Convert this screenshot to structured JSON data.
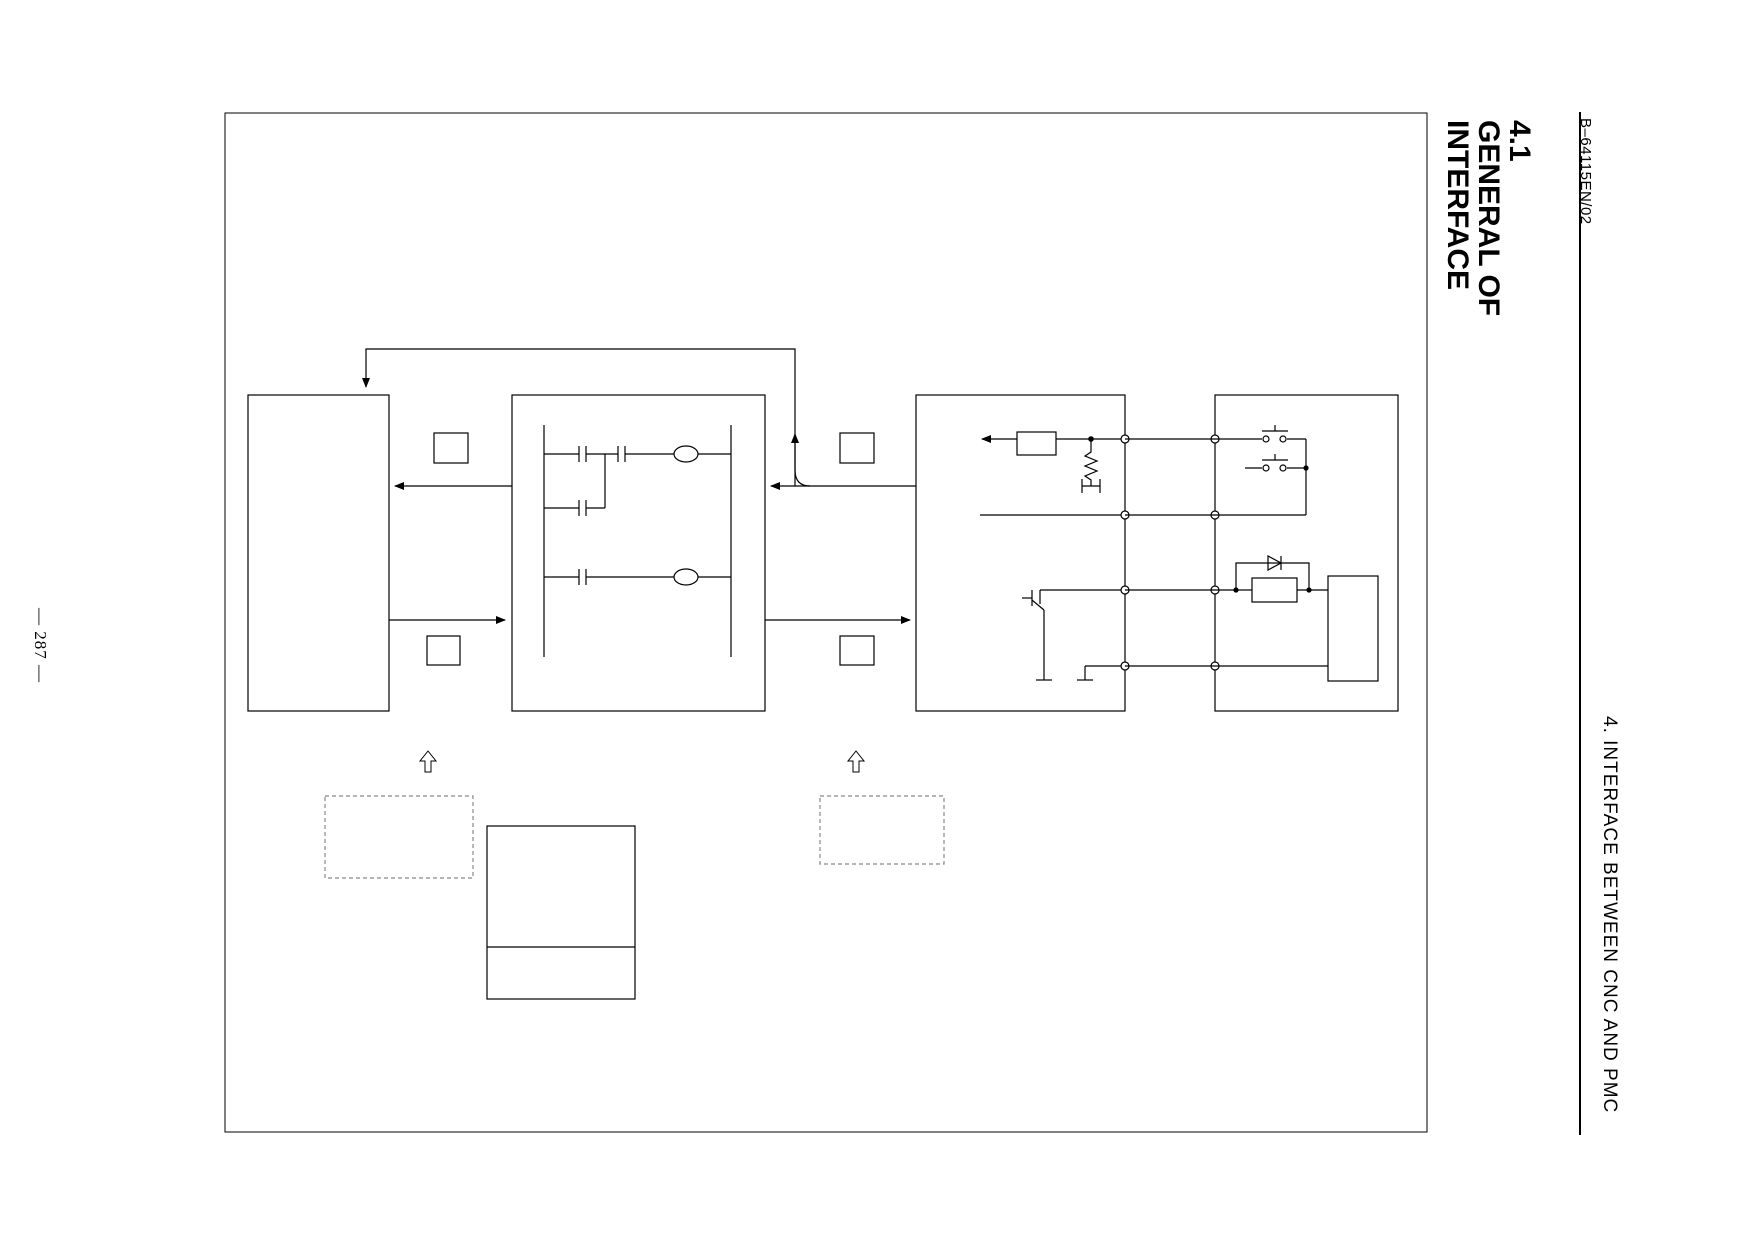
{
  "header": {
    "doc_code": "B–64115EN/02",
    "chapter_title": "4. INTERFACE BETWEEN CNC AND PMC"
  },
  "section": {
    "number": "4.1",
    "title_line1": "GENERAL OF",
    "title_line2": "INTERFACE"
  },
  "footer": {
    "page_number": "— 287 —"
  }
}
